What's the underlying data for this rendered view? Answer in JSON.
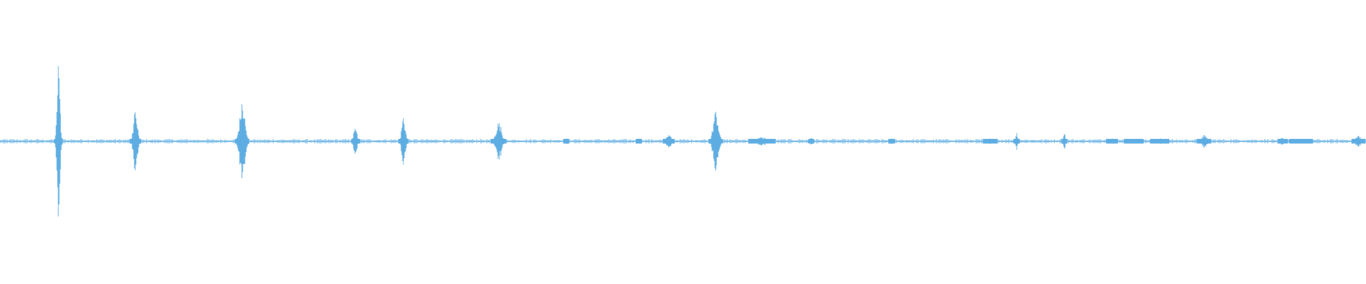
{
  "waveform": {
    "color": "#5dade2",
    "baseline_amplitude": 0.008,
    "events": [
      {
        "t": 0.0429,
        "amp": 0.56,
        "w": 0.0016
      },
      {
        "t": 0.0991,
        "amp": 0.22,
        "w": 0.0022
      },
      {
        "t": 0.1774,
        "amp": 0.27,
        "w": 0.003
      },
      {
        "t": 0.2601,
        "amp": 0.13,
        "w": 0.0016
      },
      {
        "t": 0.2954,
        "amp": 0.17,
        "w": 0.002
      },
      {
        "t": 0.3652,
        "amp": 0.14,
        "w": 0.003
      },
      {
        "t": 0.4147,
        "amp": 0.025,
        "w": 0.0012
      },
      {
        "t": 0.4678,
        "amp": 0.02,
        "w": 0.0012
      },
      {
        "t": 0.4897,
        "amp": 0.05,
        "w": 0.0025
      },
      {
        "t": 0.524,
        "amp": 0.22,
        "w": 0.0028
      },
      {
        "t": 0.558,
        "amp": 0.03,
        "w": 0.006
      },
      {
        "t": 0.5939,
        "amp": 0.04,
        "w": 0.0008
      },
      {
        "t": 0.6527,
        "amp": 0.02,
        "w": 0.001
      },
      {
        "t": 0.7251,
        "amp": 0.02,
        "w": 0.003
      },
      {
        "t": 0.7443,
        "amp": 0.07,
        "w": 0.001
      },
      {
        "t": 0.7792,
        "amp": 0.07,
        "w": 0.0008
      },
      {
        "t": 0.8142,
        "amp": 0.02,
        "w": 0.0025
      },
      {
        "t": 0.8302,
        "amp": 0.02,
        "w": 0.004
      },
      {
        "t": 0.8489,
        "amp": 0.02,
        "w": 0.004
      },
      {
        "t": 0.8816,
        "amp": 0.045,
        "w": 0.003
      },
      {
        "t": 0.9387,
        "amp": 0.025,
        "w": 0.002
      },
      {
        "t": 0.9526,
        "amp": 0.015,
        "w": 0.005
      },
      {
        "t": 0.9944,
        "amp": 0.04,
        "w": 0.003
      }
    ]
  }
}
